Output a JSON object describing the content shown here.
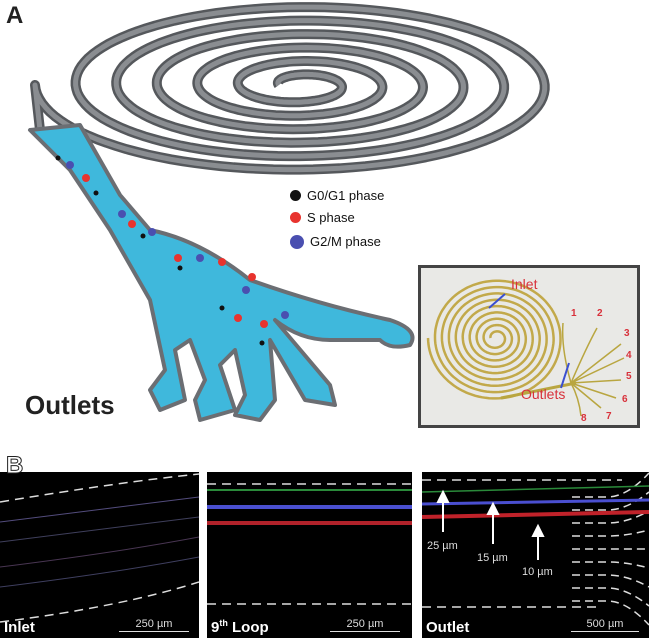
{
  "panel_a": {
    "letter": "A",
    "outlets_label": "Outlets",
    "legend": [
      {
        "label": "G0/G1 phase",
        "color": "#111111"
      },
      {
        "label": "S phase",
        "color": "#e8332e"
      },
      {
        "label": "G2/M phase",
        "color": "#4a4fb0"
      }
    ],
    "photo": {
      "inlet_label": "Inlet",
      "outlets_label": "Outlets",
      "outlet_numbers": [
        "1",
        "2",
        "3",
        "4",
        "5",
        "6",
        "7",
        "8"
      ]
    }
  },
  "panel_b": {
    "letter": "B",
    "images": [
      {
        "label": "Inlet",
        "scale_bar": "250 µm"
      },
      {
        "label_main": "9",
        "label_sup": "th",
        "label_rest": " Loop",
        "scale_bar": "250 µm"
      },
      {
        "label": "Outlet",
        "scale_bar": "500 µm",
        "arrows": [
          "25 µm",
          "15 µm",
          "10 µm"
        ]
      }
    ]
  },
  "colors": {
    "channel": "#6b6e73",
    "fluid": "#3fb8dc",
    "accent_red": "#d8313b",
    "arrow_blue": "#3a4fd0"
  }
}
